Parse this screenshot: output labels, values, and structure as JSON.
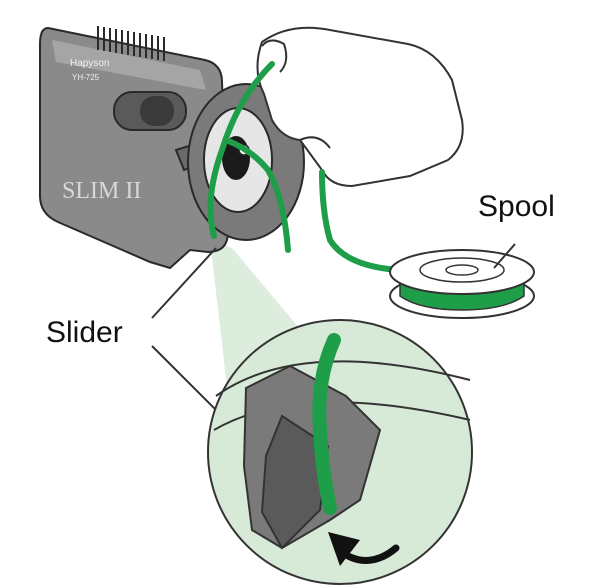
{
  "device": {
    "brand_text": "Hapyson",
    "model_text": "YH-725",
    "name_text": "SLIM II"
  },
  "labels": {
    "spool": "Spool",
    "slider": "Slider"
  },
  "icons": {
    "hand": "hand-icon",
    "spool": "spool-icon",
    "rotate_arrow": "curved-arrow-icon"
  },
  "colors": {
    "line_green": "#1f9e4a",
    "device_gray": "#8a8a8a",
    "device_dark": "#3a3a3a",
    "zoom_fill": "#d7ead7"
  }
}
